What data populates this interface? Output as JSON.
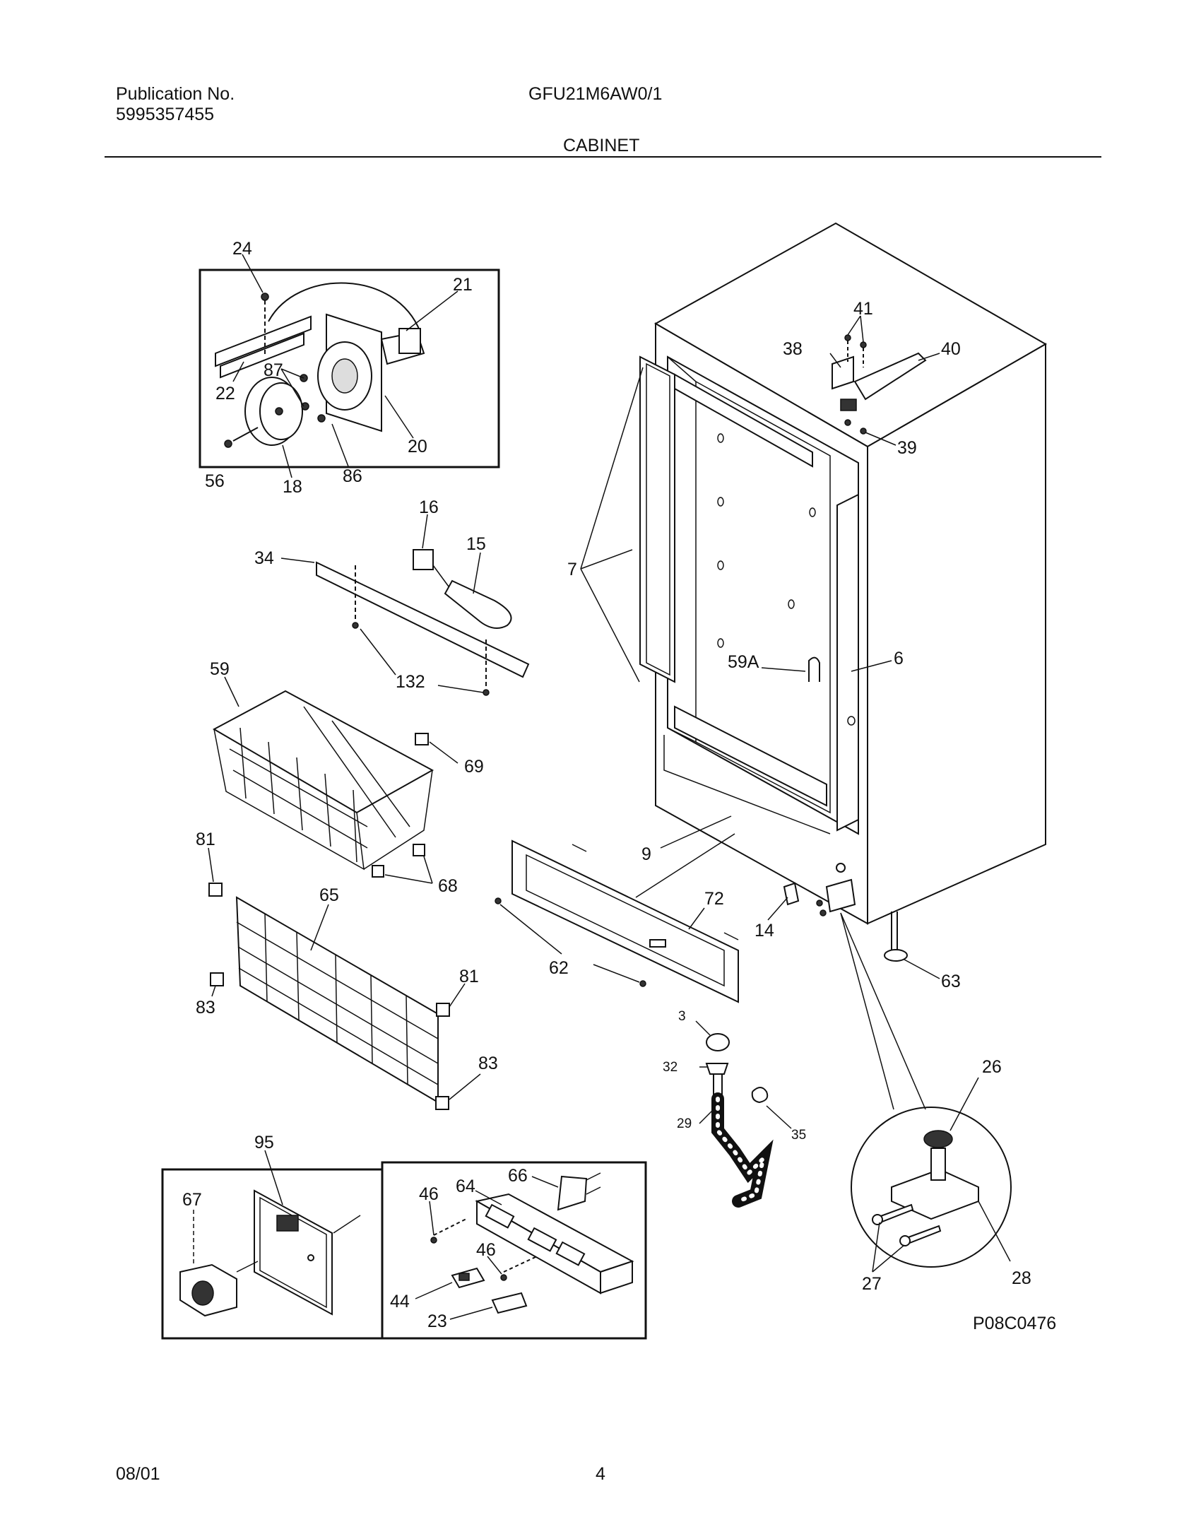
{
  "header": {
    "publication_label": "Publication No.",
    "publication_number": "5995357455",
    "model": "GFU21M6AW0/1",
    "section": "CABINET"
  },
  "footer": {
    "date": "08/01",
    "page": "4"
  },
  "diagram": {
    "figure_code": "P08C0476",
    "callouts": {
      "c24": "24",
      "c21": "21",
      "c87": "87",
      "c22": "22",
      "c20": "20",
      "c56": "56",
      "c18": "18",
      "c86": "86",
      "c41": "41",
      "c38": "38",
      "c40": "40",
      "c39": "39",
      "c16": "16",
      "c15": "15",
      "c34": "34",
      "c132": "132",
      "c7": "7",
      "c59A": "59A",
      "c6": "6",
      "c59": "59",
      "c69": "69",
      "c68": "68",
      "c81a": "81",
      "c65": "65",
      "c81b": "81",
      "c83a": "83",
      "c83b": "83",
      "c9": "9",
      "c72": "72",
      "c62": "62",
      "c14": "14",
      "c63": "63",
      "c3": "3",
      "c32": "32",
      "c29": "29",
      "c35": "35",
      "c26": "26",
      "c27": "27",
      "c28": "28",
      "c95": "95",
      "c67": "67",
      "c66": "66",
      "c64": "64",
      "c46a": "46",
      "c46b": "46",
      "c44": "44",
      "c23": "23"
    }
  }
}
